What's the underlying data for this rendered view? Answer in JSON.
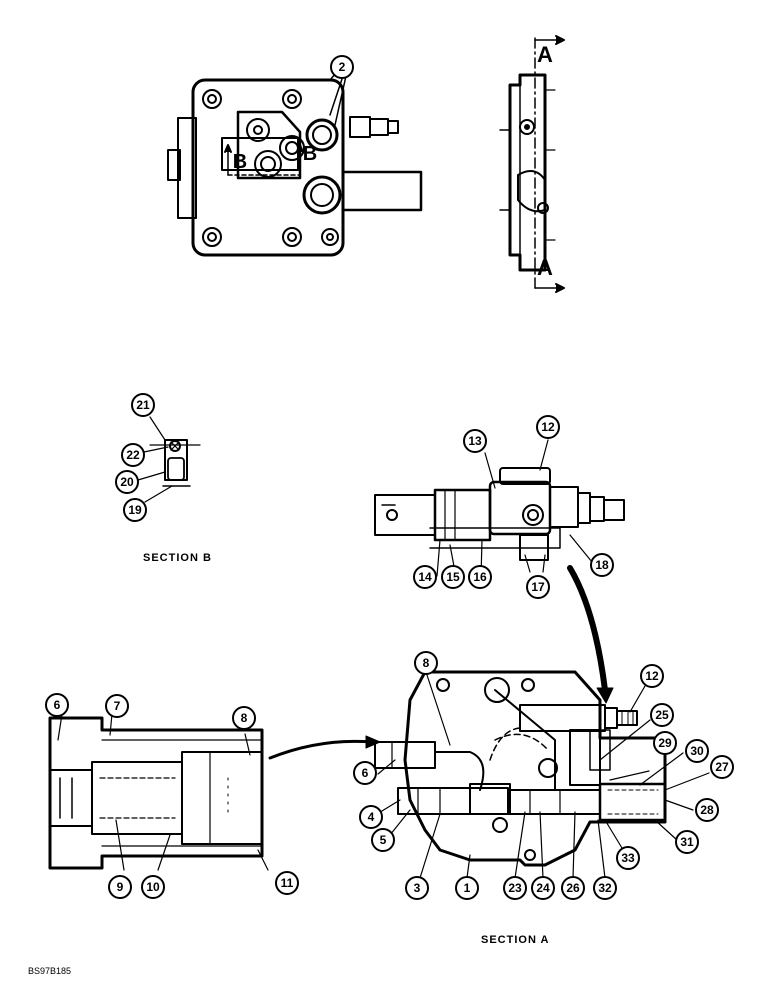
{
  "captions": {
    "section_b": "SECTION B",
    "section_a": "SECTION A",
    "figure_code": "BS97B185"
  },
  "section_marks": {
    "a": "A",
    "b": "B"
  },
  "callouts": {
    "c1": "1",
    "c2": "2",
    "c3": "3",
    "c4": "4",
    "c5": "5",
    "c6": "6",
    "c7": "7",
    "c8": "8",
    "c9": "9",
    "c10": "10",
    "c11": "11",
    "c12": "12",
    "c13": "13",
    "c14": "14",
    "c15": "15",
    "c16": "16",
    "c17": "17",
    "c18": "18",
    "c19": "19",
    "c20": "20",
    "c21": "21",
    "c22": "22",
    "c23": "23",
    "c24": "24",
    "c25": "25",
    "c26": "26",
    "c27": "27",
    "c28": "28",
    "c29": "29",
    "c30": "30",
    "c31": "31",
    "c32": "32",
    "c33": "33"
  }
}
